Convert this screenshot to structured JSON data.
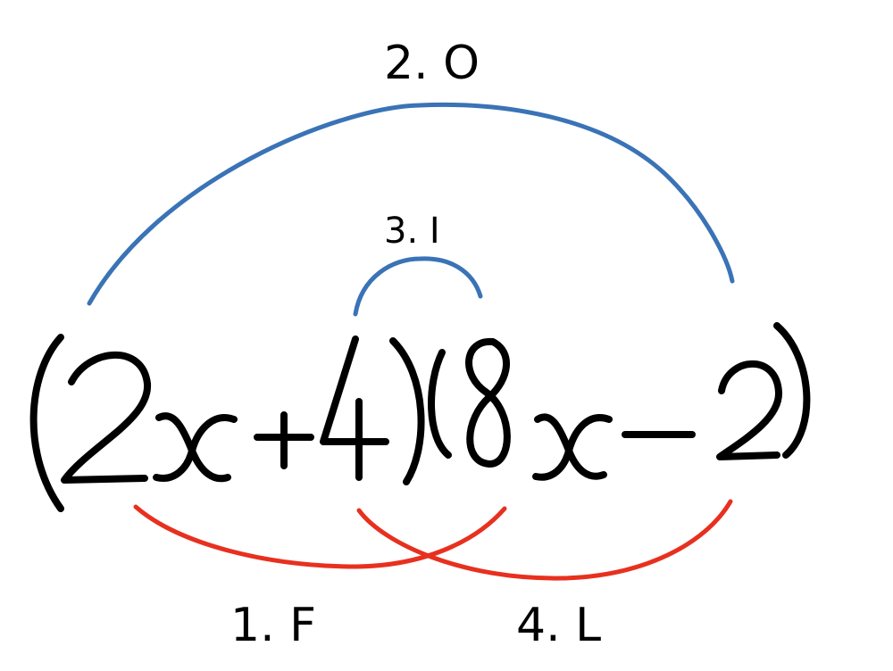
{
  "expression": {
    "text": "(2x+4)(8x-2)",
    "first_factor": {
      "open": "(",
      "term1": "2x",
      "op": "+",
      "term2": "4",
      "close": ")"
    },
    "second_factor": {
      "open": "(",
      "term1": "8x",
      "op": "-",
      "term2": "2",
      "close": ")"
    }
  },
  "steps": [
    {
      "label": "1. F",
      "color": "#e8301f"
    },
    {
      "label": "2. O",
      "color": "#3a73b6"
    },
    {
      "label": "3. I",
      "color": "#3a73b6"
    },
    {
      "label": "4. L",
      "color": "#e8301f"
    }
  ],
  "colors": {
    "outer_inner_arcs": "#3a73b6",
    "first_last_arcs": "#e8301f",
    "ink": "#000000"
  }
}
